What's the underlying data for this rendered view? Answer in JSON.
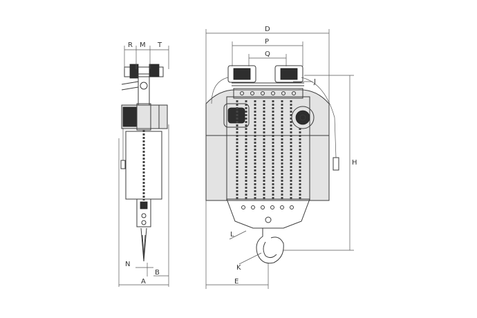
{
  "dimension_labels": {
    "R": "R",
    "M": "M",
    "T": "T",
    "N": "N",
    "B": "B",
    "A": "A",
    "D": "D",
    "P": "P",
    "Q": "Q",
    "J": "J",
    "H": "H",
    "L": "L",
    "K": "K",
    "E": "E"
  },
  "colors": {
    "line": "#3a3a3a",
    "body": "#e3e3e3",
    "background": "#ffffff"
  }
}
